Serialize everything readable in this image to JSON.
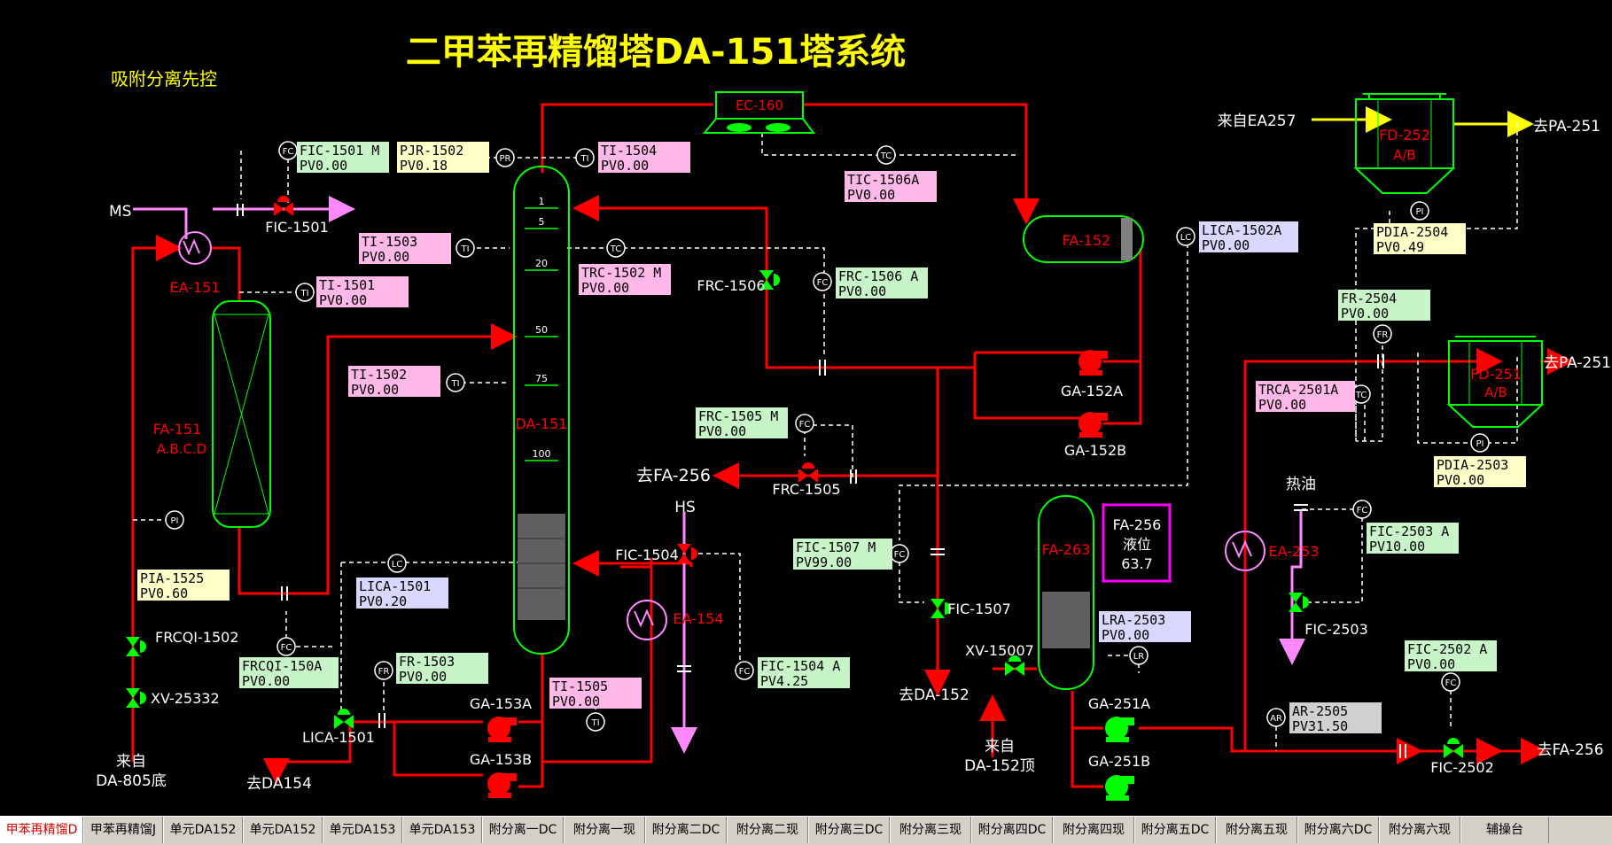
{
  "title": "二甲苯再精馏塔DA-151塔系统",
  "subtitle": "吸附分离先控",
  "colors": {
    "background": "#000000",
    "pipe_red": "#ff0000",
    "pipe_pink": "#ff88ff",
    "pipe_yellow": "#ffff00",
    "equipment_green": "#00ff00",
    "valve_green": "#00ff00",
    "tag_green": "#c8f5c8",
    "tag_pink": "#ffb8e8",
    "tag_yellow": "#ffffc8",
    "tag_lilac": "#d8d8ff",
    "tag_gray": "#d0d0d0"
  },
  "equipment": {
    "ec160": "EC-160",
    "ea151": "EA-151",
    "fa151": "FA-151",
    "fa151_sub": "A.B.C.D",
    "da151": "DA-151",
    "fa152": "FA-152",
    "fa263": "FA-263",
    "ea154": "EA-154",
    "ea253": "EA-253",
    "fd252": "FD-252",
    "fd252_sub": "A/B",
    "fd251": "FD-251",
    "fd251_sub": "A/B",
    "ga152a": "GA-152A",
    "ga152b": "GA-152B",
    "ga153a": "GA-153A",
    "ga153b": "GA-153B",
    "ga251a": "GA-251A",
    "ga251b": "GA-251B"
  },
  "trays": [
    "1",
    "5",
    "20",
    "50",
    "75",
    "100"
  ],
  "fa256_box": {
    "line1": "FA-256",
    "line2": "液位",
    "value": "63.7"
  },
  "streams": {
    "ms": "MS",
    "from_da805": "来自",
    "from_da805_2": "DA-805底",
    "to_da154": "去DA154",
    "to_fa256_left": "去FA-256",
    "hs": "HS",
    "to_da152": "去DA-152",
    "from_da152": "来自",
    "from_da152_2": "DA-152顶",
    "from_ea257": "来自EA257",
    "to_pa251_top": "去PA-251",
    "to_pa251_mid": "去PA-251",
    "hot_oil": "热油",
    "to_fa256_right": "去FA-256"
  },
  "valves": {
    "fic1501": "FIC-1501",
    "frcqi1502": "FRCQI-1502",
    "xv25332": "XV-25332",
    "lica1501": "LICA-1501",
    "frc1506": "FRC-1506",
    "frc1505": "FRC-1505",
    "fic1504": "FIC-1504",
    "fic1507": "FIC-1507",
    "xv15007": "XV-15007",
    "fic2503": "FIC-2503",
    "fic2502": "FIC-2502"
  },
  "instruments": {
    "fc": "FC",
    "ti": "TI",
    "pr": "PR",
    "tc": "TC",
    "lc": "LC",
    "pi": "PI",
    "fr": "FR",
    "lr": "LR",
    "ar": "AR"
  },
  "tags": {
    "fic1501m": {
      "name": "FIC-1501 M",
      "value": "PV0.00"
    },
    "pjr1502": {
      "name": "PJR-1502",
      "value": "PV0.18"
    },
    "ti1504": {
      "name": "TI-1504",
      "value": "PV0.00"
    },
    "tic1506a": {
      "name": "TIC-1506A",
      "value": "PV0.00"
    },
    "lica1502a": {
      "name": "LICA-1502A",
      "value": "PV0.00"
    },
    "pdia2504": {
      "name": "PDIA-2504",
      "value": "PV0.49"
    },
    "ti1503": {
      "name": "TI-1503",
      "value": "PV0.00"
    },
    "trc1502m": {
      "name": "TRC-1502 M",
      "value": "PV0.00"
    },
    "frc1506a": {
      "name": "FRC-1506 A",
      "value": "PV0.00"
    },
    "ti1501": {
      "name": "TI-1501",
      "value": "PV0.00"
    },
    "fr2504": {
      "name": "FR-2504",
      "value": "PV0.00"
    },
    "ti1502": {
      "name": "TI-1502",
      "value": "PV0.00"
    },
    "trca2501a": {
      "name": "TRCA-2501A",
      "value": "PV0.00"
    },
    "frc1505m": {
      "name": "FRC-1505 M",
      "value": "PV0.00"
    },
    "pdia2503": {
      "name": "PDIA-2503",
      "value": "PV0.00"
    },
    "fic1507m": {
      "name": "FIC-1507 M",
      "value": "PV99.00"
    },
    "fic2503a": {
      "name": "FIC-2503 A",
      "value": "PV10.00"
    },
    "pia1525": {
      "name": "PIA-1525",
      "value": "PV0.60"
    },
    "lica1501": {
      "name": "LICA-1501",
      "value": "PV0.20"
    },
    "lra2503": {
      "name": "LRA-2503",
      "value": "PV0.00"
    },
    "frcqi150a": {
      "name": "FRCQI-150A",
      "value": "PV0.00"
    },
    "fr1503": {
      "name": "FR-1503",
      "value": "PV0.00"
    },
    "fic1504a": {
      "name": "FIC-1504 A",
      "value": "PV4.25"
    },
    "fic2502a": {
      "name": "FIC-2502 A",
      "value": "PV0.00"
    },
    "ti1505": {
      "name": "TI-1505",
      "value": "PV0.00"
    },
    "ar2505": {
      "name": "AR-2505",
      "value": "PV31.50"
    }
  },
  "tabs": [
    "甲苯再精馏D",
    "甲苯再精馏J",
    "单元DA152",
    "单元DA152",
    "单元DA153",
    "单元DA153",
    "附分离一DC",
    "附分离一现",
    "附分离二DC",
    "附分离二现",
    "附分离三DC",
    "附分离三现",
    "附分离四DC",
    "附分离四现",
    "附分离五DC",
    "附分离五现",
    "附分离六DC",
    "附分离六现",
    "辅操台"
  ]
}
